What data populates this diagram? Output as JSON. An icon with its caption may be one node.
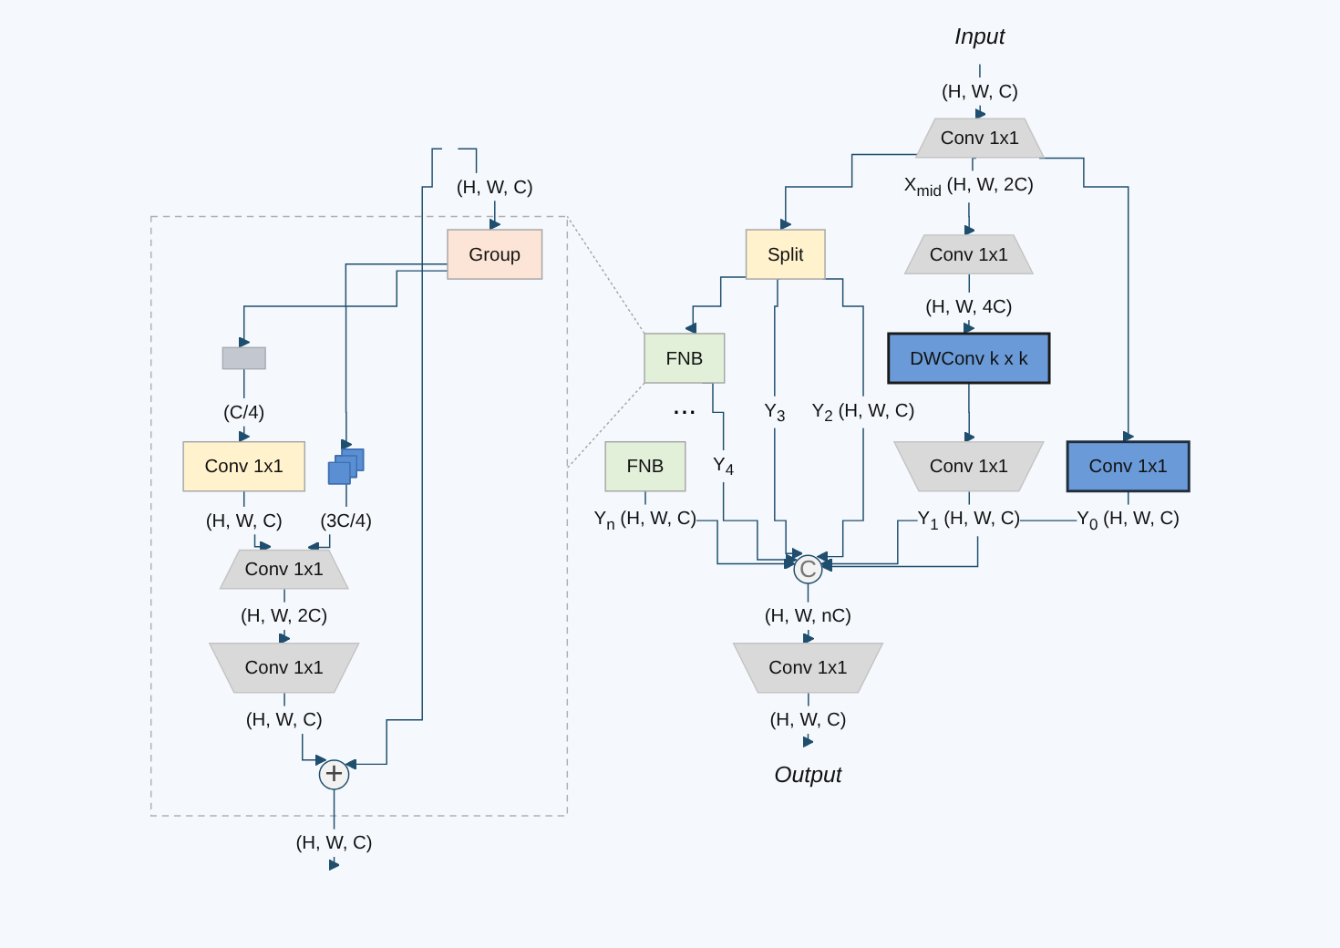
{
  "diagram": {
    "nodes": [
      {
        "text": [
          "Input"
        ]
      },
      {
        "text": [
          "Conv 1x1"
        ]
      },
      {
        "text": [
          "Conv 1x1"
        ]
      },
      {
        "text": [
          "DWConv k x k"
        ]
      },
      {
        "text": [
          "Conv 1x1"
        ]
      },
      {
        "text": [
          "Conv 1x1"
        ]
      },
      {
        "text": [
          "Split"
        ]
      },
      {
        "text": [
          "FNB"
        ]
      },
      {
        "text": [
          "FNB"
        ]
      },
      {
        "text": [
          "C"
        ]
      },
      {
        "text": [
          "Conv 1x1"
        ]
      },
      {
        "text": [
          "Output"
        ]
      },
      {
        "text": [],
        "shape": "box"
      },
      {
        "text": [
          "Group"
        ],
        "in": 12
      },
      {
        "text": [],
        "shape": "box",
        "in": 12
      },
      {
        "text": [],
        "shape": "stack",
        "in": 12
      },
      {
        "text": [
          "Conv 1x1"
        ],
        "in": 12
      },
      {
        "text": [
          "Conv 1x1"
        ],
        "in": 12
      },
      {
        "text": [
          "Conv 1x1"
        ],
        "in": 12
      },
      {
        "text": [
          "+"
        ],
        "in": 12
      }
    ],
    "edges": [
      {
        "from": 0,
        "to": 1,
        "arrow": "to",
        "label": "(H, W, C)"
      },
      {
        "from": 1,
        "to": 2,
        "arrow": "to",
        "label": "X$_{mid}$ (H, W, 2C)"
      },
      {
        "from": 1,
        "to": 5,
        "arrow": "to"
      },
      {
        "from": 1,
        "to": 6,
        "arrow": "to"
      },
      {
        "from": 2,
        "to": 3,
        "arrow": "to",
        "label": "(H, W, 4C)"
      },
      {
        "from": 3,
        "to": 4,
        "arrow": "to"
      },
      {
        "from": 5,
        "to": 9,
        "arrow": "to",
        "label": "Y$_{0}$ (H, W, C)"
      },
      {
        "from": 4,
        "to": 9,
        "arrow": "to",
        "label": "Y$_{1}$ (H, W, C)"
      },
      {
        "from": 6,
        "to": 9,
        "arrow": "to",
        "label": "Y$_{2}$ (H, W, C)"
      },
      {
        "from": 6,
        "to": 7,
        "arrow": "to"
      },
      {
        "from": 6,
        "to": 9,
        "arrow": "to",
        "label": "Y$_{3}$"
      },
      {
        "from": 7,
        "to": 9,
        "arrow": "to",
        "label": "Y$_{4}$"
      },
      {
        "from": 8,
        "to": 9,
        "arrow": "to",
        "label": "Y$_{n}$ (H, W, C)"
      },
      {
        "from": 9,
        "to": 10,
        "arrow": "to",
        "label": "(H, W, nC)"
      },
      {
        "from": 10,
        "to": 11,
        "arrow": "to",
        "label": "(H, W, C)"
      },
      {
        "from": 12,
        "to": 7,
        "arrow": "none",
        "style": "dashed",
        "color": "#a6a6a6"
      },
      {
        "from": 12,
        "to": 7,
        "arrow": "none",
        "style": "dashed",
        "color": "#a6a6a6"
      },
      {
        "from": null,
        "to": 13,
        "arrow": "to",
        "label": "(H, W, C)"
      },
      {
        "from": null,
        "to": 19,
        "arrow": "to"
      },
      {
        "from": 13,
        "to": 14,
        "arrow": "to"
      },
      {
        "from": 13,
        "to": 15,
        "arrow": "to"
      },
      {
        "from": 14,
        "to": 16,
        "arrow": "to",
        "label": "(C/4)"
      },
      {
        "from": 15,
        "to": 17,
        "arrow": "to",
        "label": "(3C/4)"
      },
      {
        "from": 16,
        "to": 17,
        "arrow": "to",
        "label": "(H, W, C)"
      },
      {
        "from": 17,
        "to": 18,
        "arrow": "to",
        "label": "(H, W, 2C)"
      },
      {
        "from": 18,
        "to": 19,
        "arrow": "to",
        "label": "(H, W, C)"
      },
      {
        "from": 19,
        "to": null,
        "arrow": "to",
        "label": "(H, W, C)"
      }
    ],
    "labels": [
      "..."
    ]
  }
}
